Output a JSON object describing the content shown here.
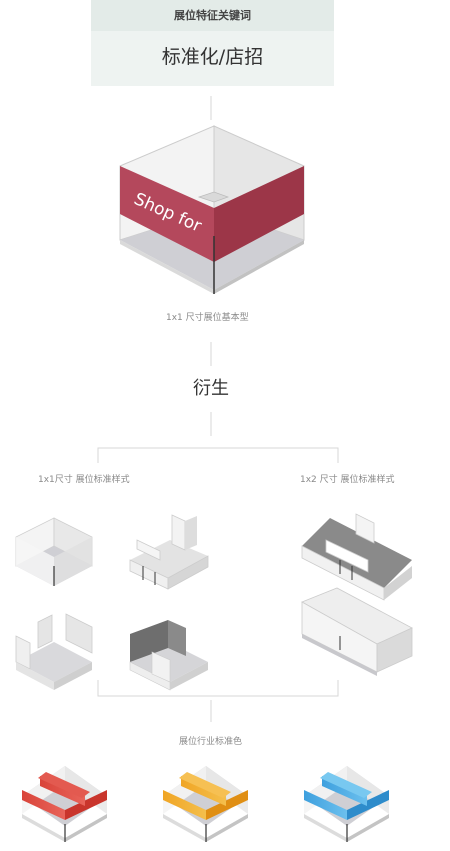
{
  "header": {
    "title": "展位特征关键词",
    "keyword": "标准化/店招"
  },
  "main_booth": {
    "sign_text": "Shop for",
    "caption": "1x1 尺寸展位基本型"
  },
  "derivation": {
    "label": "衍生"
  },
  "branches": {
    "left_caption": "1x1尺寸 展位标准样式",
    "right_caption": "1x2 尺寸 展位标准样式"
  },
  "industry": {
    "caption": "展位行业标准色"
  },
  "colors": {
    "sign": "#b4485c",
    "red": "#d9443a",
    "orange": "#f0a524",
    "blue": "#3ea0de",
    "wall": "#eeeeee",
    "floor": "#cfcfd4",
    "dark_wall": "#7a7a7a",
    "line": "#d7d7d7"
  }
}
